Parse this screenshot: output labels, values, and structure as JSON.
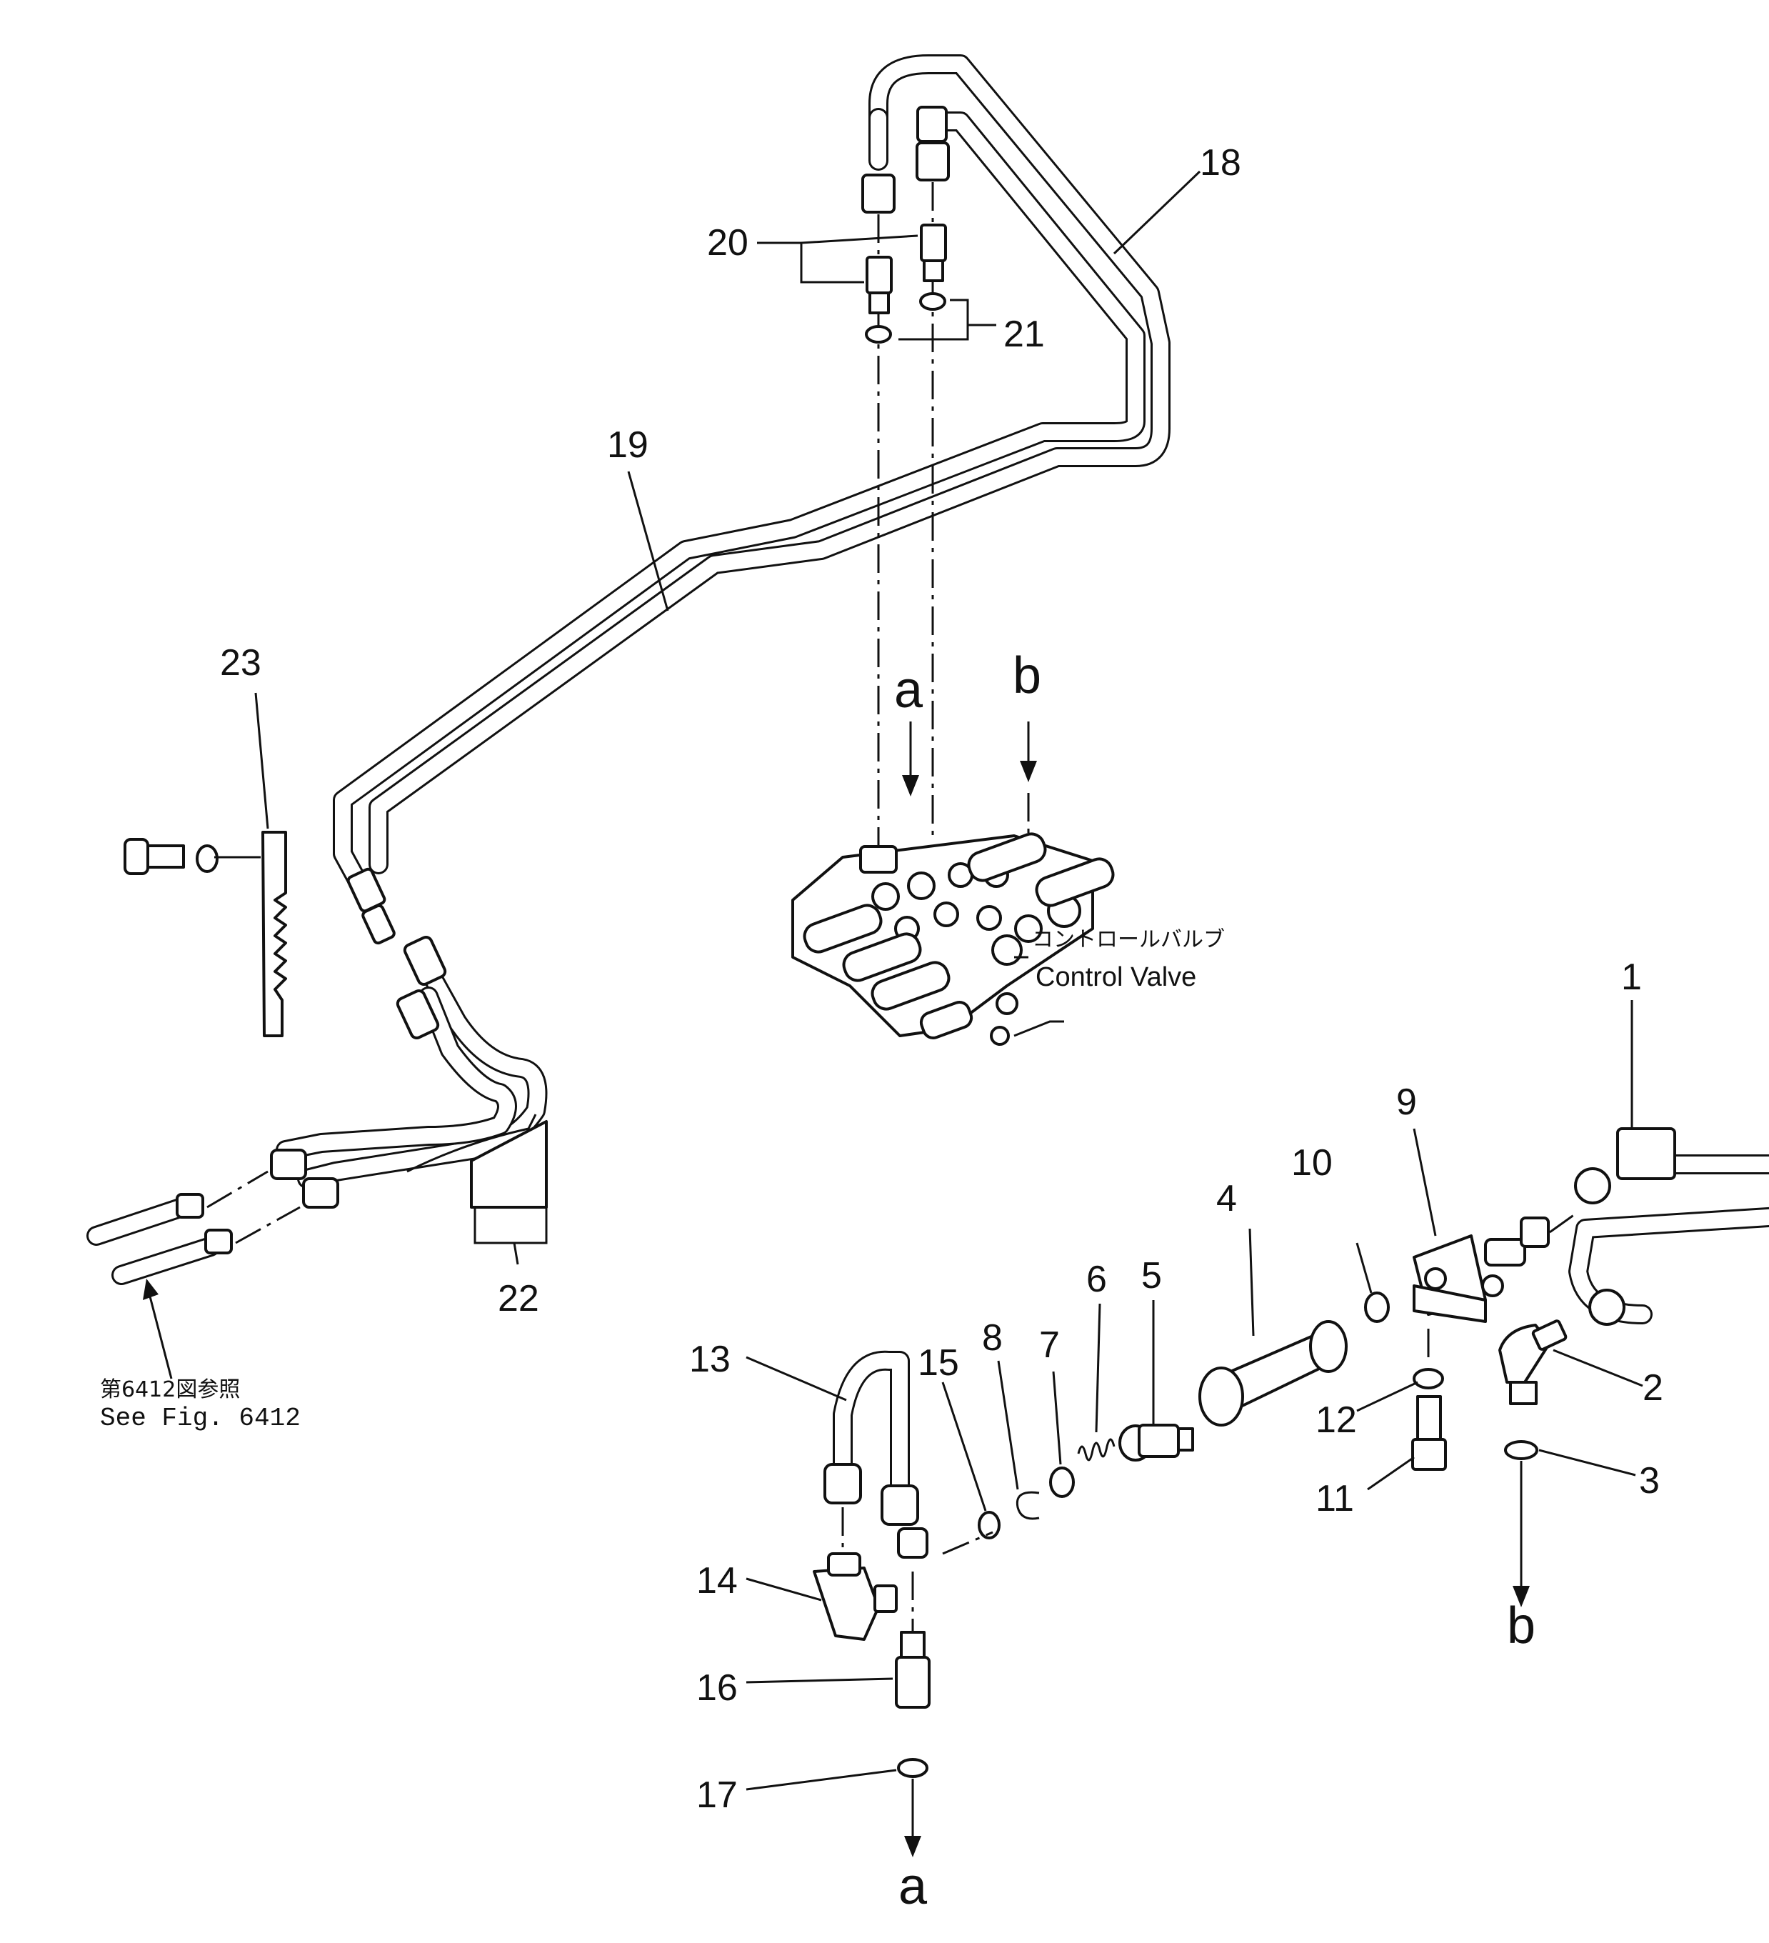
{
  "callouts": [
    "1",
    "2",
    "3",
    "4",
    "5",
    "6",
    "7",
    "8",
    "9",
    "10",
    "11",
    "12",
    "13",
    "14",
    "15",
    "16",
    "17",
    "18",
    "19",
    "20",
    "21",
    "22",
    "23"
  ],
  "flow_markers": {
    "a": "a",
    "b": "b"
  },
  "control_valve": {
    "label_jp": "コントロールバルブ",
    "label_en": "Control Valve"
  },
  "reference": {
    "line_jp": "第6412図参照",
    "line_en": "See  Fig.  6412"
  }
}
